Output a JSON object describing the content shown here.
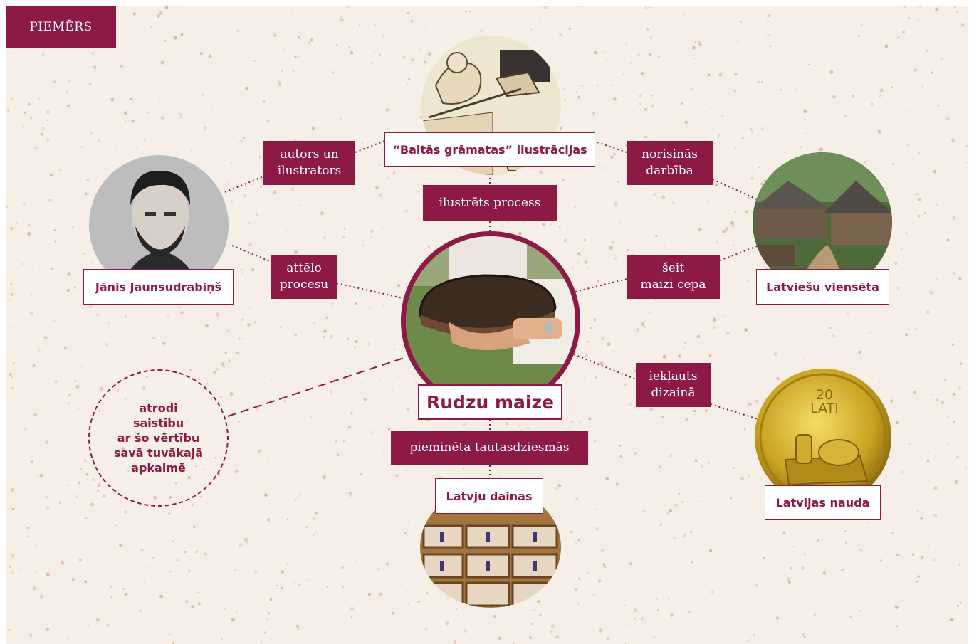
{
  "tag": "PIEMĒRS",
  "center": {
    "label": "Rudzu maize",
    "photo": "bread-photo"
  },
  "nodes": {
    "top": {
      "label": "“Baltās grāmatas” ilustrācijas",
      "photo": "illustration-sketch"
    },
    "left": {
      "label": "Jānis Jaunsudrabiņš",
      "photo": "portrait-photo"
    },
    "right": {
      "label": "Latviešu viensēta",
      "photo": "farmstead-photo"
    },
    "bottom": {
      "label": "Latvju dainas",
      "photo": "folk-song-cabinet-photo"
    },
    "coin": {
      "label": "Latvijas nauda",
      "photo": "gold-coin-photo",
      "coin_text": "20\nLATI"
    }
  },
  "relations": {
    "author": "autors un\nilustrators",
    "illustrated": "ilustrēts process",
    "takes_place": "norisinās\ndarbība",
    "depicts": "attēlo\nprocesu",
    "baked_here": "šeit\nmaizi cepa",
    "in_design": "iekļauts\ndizainā",
    "in_songs": "pieminēta tautasdziesmās"
  },
  "prompt": "atrodi\nsaistību\nar šo vērtību\nsavā tuvākajā\napkaimē",
  "colors": {
    "accent": "#8c1a45",
    "background": "#f6efe8",
    "speckle": "#d9a48c"
  }
}
